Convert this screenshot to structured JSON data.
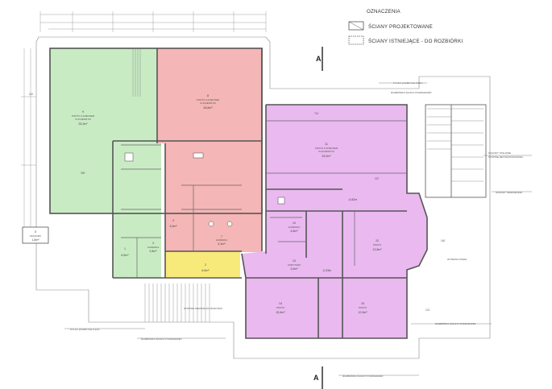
{
  "legend": {
    "title": "OZNACZENIA",
    "projected": "ŚCIANY PROJEKTOWANE",
    "existing": "ŚCIANY ISTNIEJĄCE - DO ROZBIÓRKI"
  },
  "section_marker": "A",
  "rooms": {
    "r9": {
      "num": "9",
      "line1": "POKÓJ Z ANEKSEM",
      "line2": "KUCHENNYM",
      "area": "25,3m²"
    },
    "r8": {
      "num": "8",
      "line1": "POKÓJ Z ANEKSEM",
      "line2": "KUCHENNYM",
      "area": "26,8m²"
    },
    "r11": {
      "num": "11",
      "line1": "POKÓJ Z ANEKSEM",
      "line2": "KUCHENNYM",
      "area": "33,0m²"
    },
    "r7": {
      "num": "7",
      "line1": "ŁAZIENKA",
      "area": "4,1m²"
    },
    "r3": {
      "num": "3",
      "line1": "ŁAZIENKA",
      "area": "2,8m²"
    },
    "r2": {
      "num": "2",
      "line1": "",
      "area": "6,5m²"
    },
    "r1": {
      "num": "1",
      "line1": "",
      "area": "6,5m²"
    },
    "r10": {
      "num": "10",
      "line1": "ŁAZIENKA",
      "area": "4,8m²"
    },
    "r12": {
      "num": "12",
      "line1": "POKÓJ",
      "area": "12,8m²"
    },
    "r13": {
      "num": "13",
      "line1": "KORYTARZ",
      "area": "3,9m²"
    },
    "r14": {
      "num": "14",
      "line1": "POKÓJ",
      "area": "15,4m²"
    },
    "r15": {
      "num": "15",
      "line1": "POKÓJ",
      "area": "12,9m²"
    },
    "r4": {
      "num": "4",
      "line1": "",
      "area": "3,0m²"
    },
    "r5": {
      "num": "5",
      "line1": "SKŁADZIK",
      "area": "1,8m²"
    }
  },
  "labels": {
    "parapet_top": "h=1,1m  przefiltr max 0,12m",
    "parapet_bottom": "h=1,1m  przefiltr max 0,12m",
    "demolition_top": "ROZBIÓRKA ŚCIANY PODPARAPET.",
    "demolition_left": "ROZBIÓRKA ŚCIANY PODPARAPET.",
    "demolition_bottom": "ROZBIÓRKA ŚCIANY PODPARAPET.",
    "demolition_right": "ROZBIÓRKA ŚCIANY PODPARAPET.",
    "level_1": "-0,82m",
    "level_2": "-0,33m",
    "steel_stairs": "SCHODY STALOWE",
    "concrete_steps": "STOPNIE BETON/PASKOWIEC",
    "terrace_stairs": "SCHODY TERRAZOWE",
    "window_swap": "WYMIANA OKIEN",
    "entrance_steps": "STOPNIE WEJŚCIE DO BUDYNKU",
    "dim_714": "714",
    "dim_327": "327",
    "dim_309": "309",
    "dim_140": "140",
    "dim_110": "110",
    "dim_121": "121"
  },
  "colors": {
    "green": "#c9ebc4",
    "red": "#f4b6b6",
    "violet": "#e9b9ef",
    "yellow": "#f8ea7a",
    "wall": "#555555"
  }
}
